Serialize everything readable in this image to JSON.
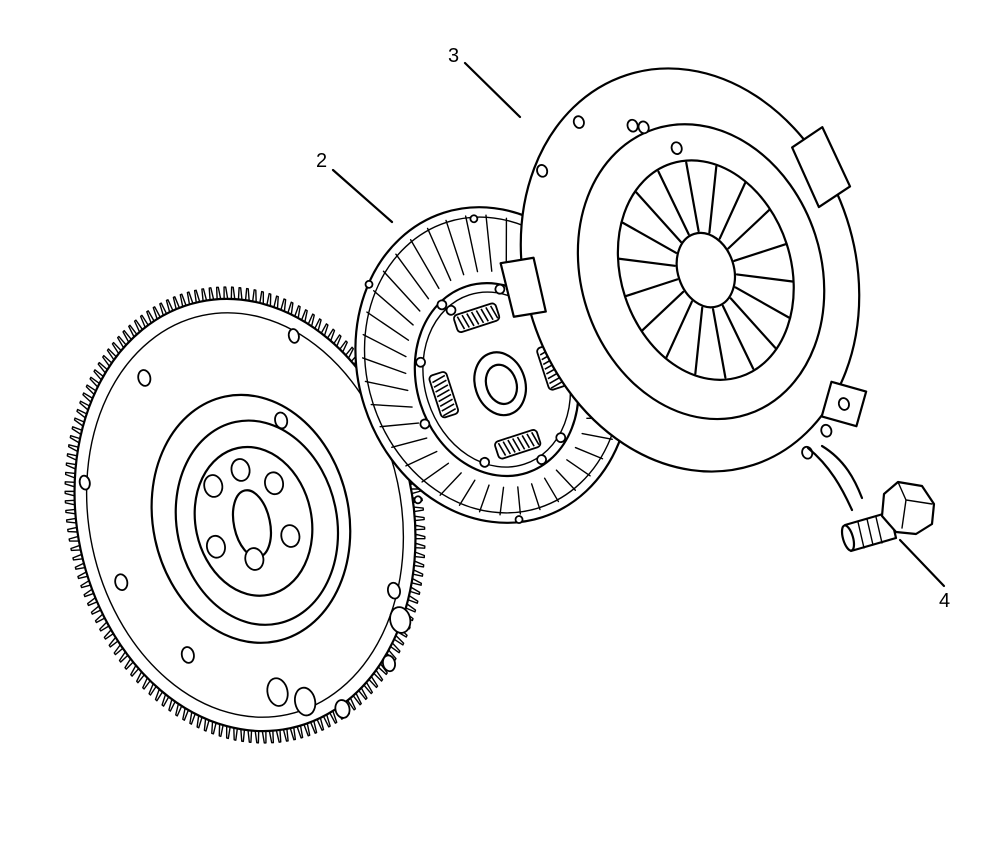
{
  "callouts": {
    "disc": "2",
    "pressure_plate": "3",
    "bolt": "4"
  },
  "colors": {
    "line": "#000000",
    "background": "#ffffff"
  }
}
